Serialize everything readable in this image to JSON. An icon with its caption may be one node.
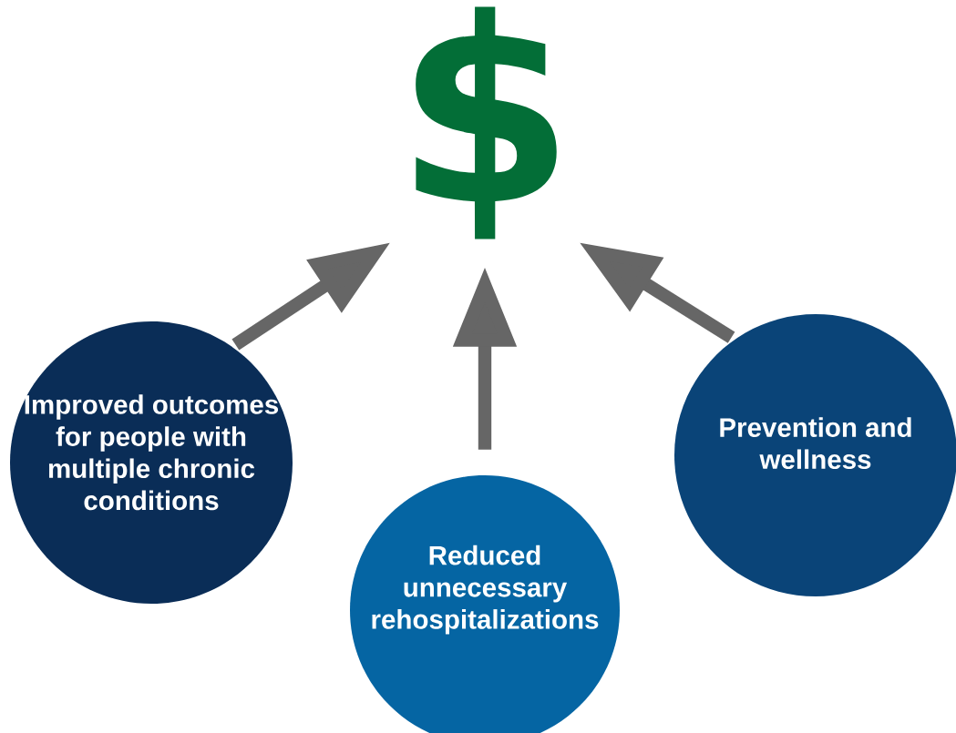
{
  "diagram": {
    "nodes": [
      {
        "text": [
          "$"
        ]
      },
      {
        "text": [
          "Improved outcomes for people with multiple chronic conditions"
        ]
      },
      {
        "text": [
          "Reduced unnecessary rehospitalizations"
        ]
      },
      {
        "text": [
          "Prevention and wellness"
        ]
      }
    ],
    "edges": [
      {
        "from": 1,
        "to": 0,
        "arrow": "to"
      },
      {
        "from": 2,
        "to": 0,
        "arrow": "to"
      },
      {
        "from": 3,
        "to": 0,
        "arrow": "to"
      }
    ]
  }
}
